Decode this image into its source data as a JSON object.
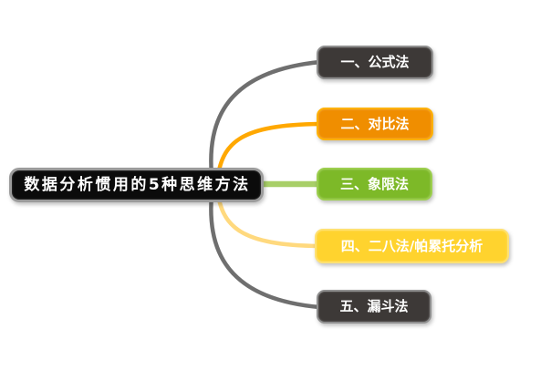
{
  "page": {
    "background": "#FFFFFF",
    "type": "mindmap"
  },
  "root": {
    "label": "数据分析惯用的5种思维方法",
    "fill": "#0B0B0B",
    "border": "#9B9B9B",
    "text_color": "#FFFFFF"
  },
  "branches": [
    {
      "label": "一、公式法",
      "fill": "#3D3937",
      "border": "#8F8F8F",
      "line_color": "#6F6F6F",
      "text_color": "#FFFFFF"
    },
    {
      "label": "二、对比法",
      "fill": "#F08E00",
      "border": "#FFB105",
      "line_color": "#FFA800",
      "text_color": "#FFFFFF"
    },
    {
      "label": "三、象限法",
      "fill": "#7DB928",
      "border": "#9CCE4E",
      "line_color": "#A8CF68",
      "text_color": "#FFFFFF"
    },
    {
      "label": "四、二八法/帕累托分析",
      "fill": "#FFD32E",
      "border": "#FFE171",
      "line_color": "#FFD97E",
      "text_color": "#FFFFFF"
    },
    {
      "label": "五、漏斗法",
      "fill": "#3D3937",
      "border": "#8F8F8F",
      "line_color": "#6F6F6F",
      "text_color": "#FFFFFF"
    }
  ]
}
